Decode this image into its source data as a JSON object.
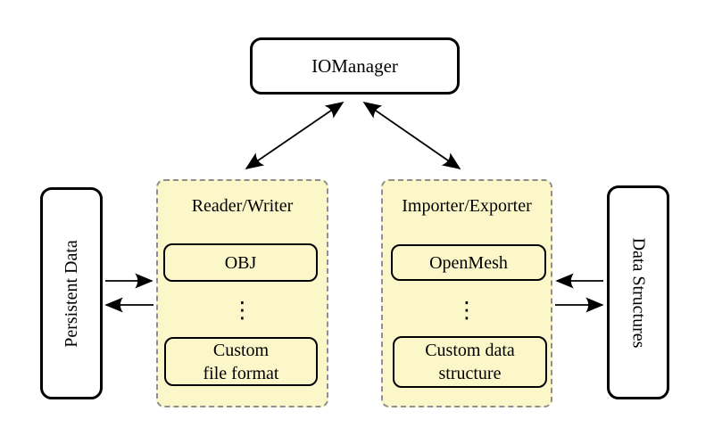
{
  "colors": {
    "canvas_bg": "#ffffff",
    "panel_fill": "#fbf7c9",
    "panel_border": "#8f8f8f",
    "stroke": "#000000"
  },
  "nodes": {
    "iomanager": {
      "label": "IOManager"
    },
    "persistent_data": {
      "label": "Persistent Data"
    },
    "data_structures": {
      "label": "Data Structures"
    },
    "reader_writer": {
      "title": "Reader/Writer",
      "item_top": "OBJ",
      "ellipsis": "⋮",
      "item_bottom_line1": "Custom",
      "item_bottom_line2": "file format"
    },
    "importer_exporter": {
      "title": "Importer/Exporter",
      "item_top": "OpenMesh",
      "ellipsis": "⋮",
      "item_bottom_line1": "Custom data",
      "item_bottom_line2": "structure"
    }
  },
  "edges": [
    {
      "from": "iomanager",
      "to": "reader_writer",
      "bidirectional": true
    },
    {
      "from": "iomanager",
      "to": "importer_exporter",
      "bidirectional": true
    },
    {
      "from": "persistent_data",
      "to": "reader_writer",
      "bidirectional": false
    },
    {
      "from": "reader_writer",
      "to": "persistent_data",
      "bidirectional": false
    },
    {
      "from": "data_structures",
      "to": "importer_exporter",
      "bidirectional": false
    },
    {
      "from": "importer_exporter",
      "to": "data_structures",
      "bidirectional": false
    }
  ]
}
